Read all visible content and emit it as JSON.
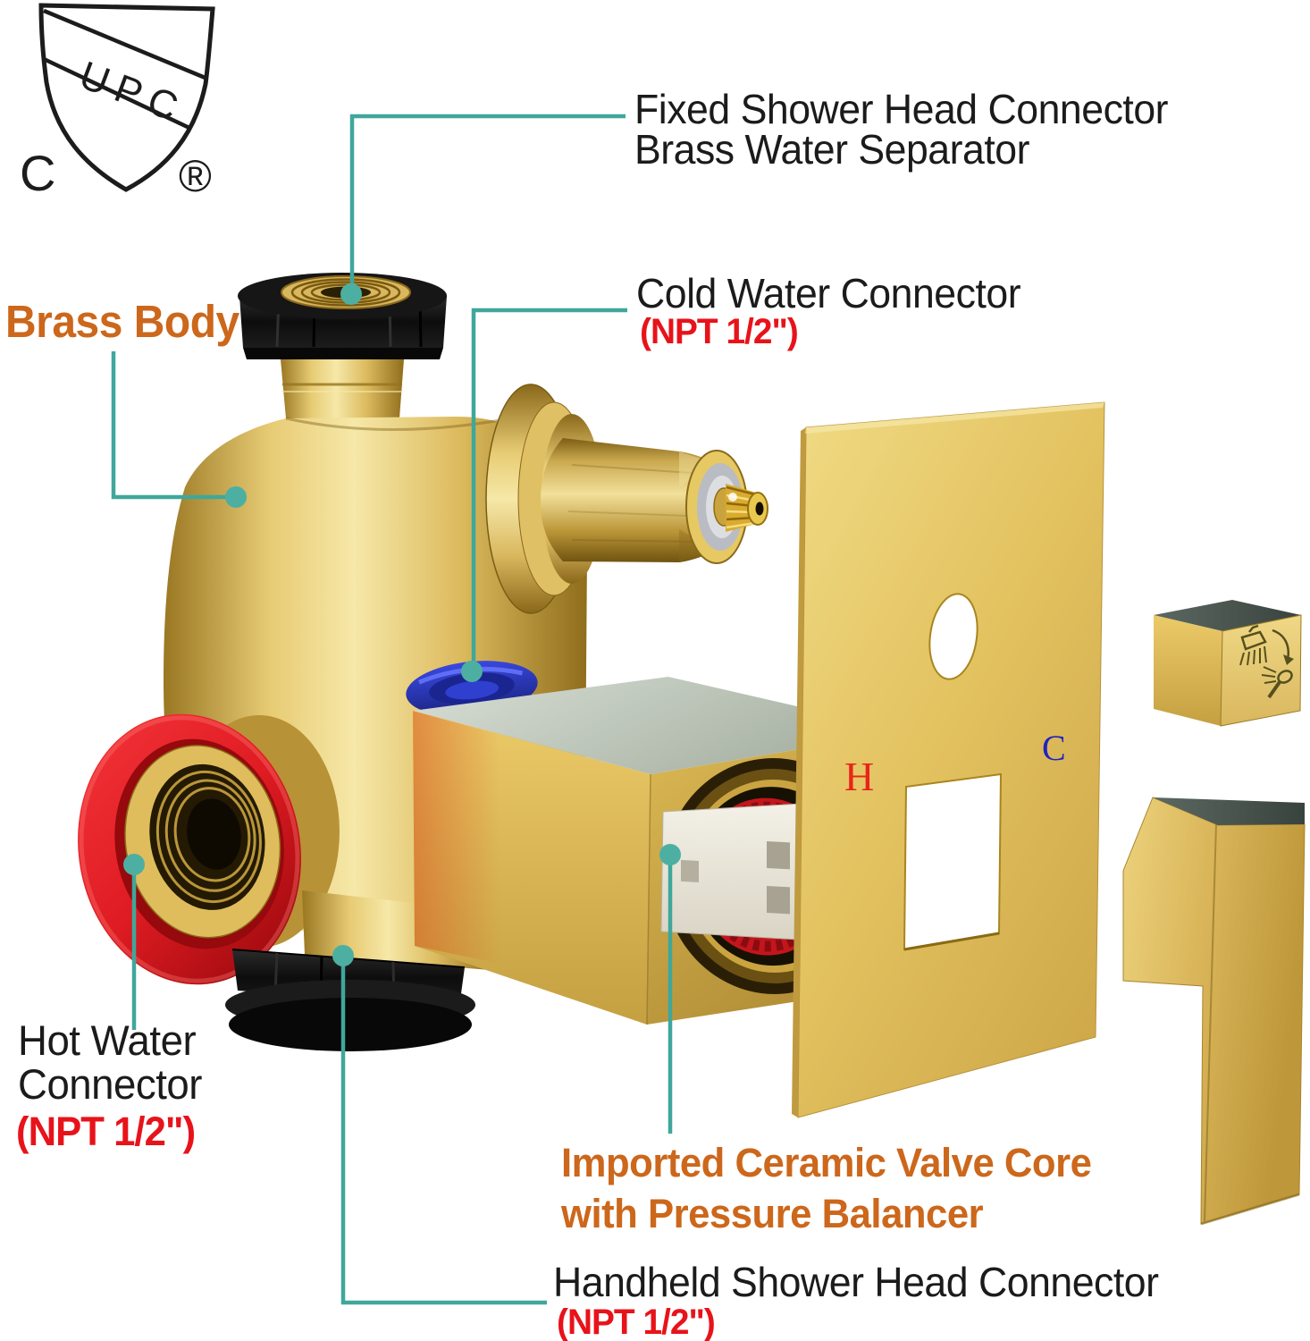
{
  "certification": {
    "band_text": "UPC",
    "country_letter": "C",
    "registered_mark": "®"
  },
  "labels": {
    "fixed_connector": {
      "line1": "Fixed Shower Head Connector",
      "line2": "Brass Water Separator"
    },
    "cold_connector": {
      "title": "Cold Water Connector",
      "spec": "(NPT 1/2\")"
    },
    "brass_body": {
      "title": "Brass Body"
    },
    "hot_connector": {
      "line1": "Hot Water",
      "line2": "Connector",
      "spec": "(NPT 1/2\")"
    },
    "valve_core": {
      "line1": "Imported Ceramic Valve Core",
      "line2": "with Pressure Balancer"
    },
    "handheld_connector": {
      "title": "Handheld Shower Head Connector",
      "spec": "(NPT 1/2\")"
    }
  },
  "plate_markers": {
    "hot": "H",
    "cold": "C"
  },
  "colors": {
    "callout_teal": "#3FA79B",
    "label_black": "#1b1b1b",
    "label_orange": "#CC671B",
    "label_red": "#E8131A",
    "marker_hot_red": "#E8251A",
    "marker_cold_blue": "#2323C0",
    "brass_gold": "#E3BE5F",
    "seal_blue": "#2B3BD6",
    "gasket_red": "#DE1B22",
    "nut_black": "#111111"
  },
  "icons": {
    "cupc_shield": "cupc-certification-shield",
    "fixed_shower_head": "rain-shower-head-icon",
    "diverter_arrow": "divert-curved-arrow-icon",
    "handheld_shower": "handheld-sprayer-icon"
  }
}
